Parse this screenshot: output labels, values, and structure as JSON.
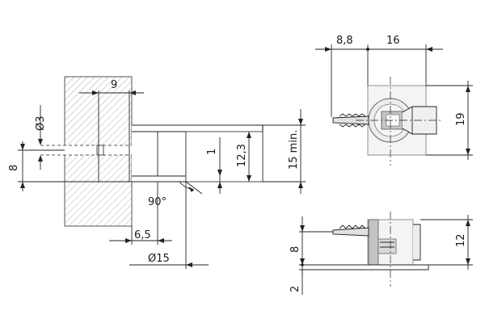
{
  "drawing": {
    "section_view": {
      "dim_9": "9",
      "dim_dia3": "Ø3",
      "dim_8": "8",
      "dim_1": "1",
      "dim_12_3": "12,3",
      "dim_15min": "15 min.",
      "dim_90deg": "90°",
      "dim_6_5": "6,5",
      "dim_dia15": "Ø15"
    },
    "top_view": {
      "dim_8_8": "8,8",
      "dim_16": "16",
      "dim_19": "19"
    },
    "side_view": {
      "dim_8": "8",
      "dim_12": "12",
      "dim_2": "2"
    }
  }
}
